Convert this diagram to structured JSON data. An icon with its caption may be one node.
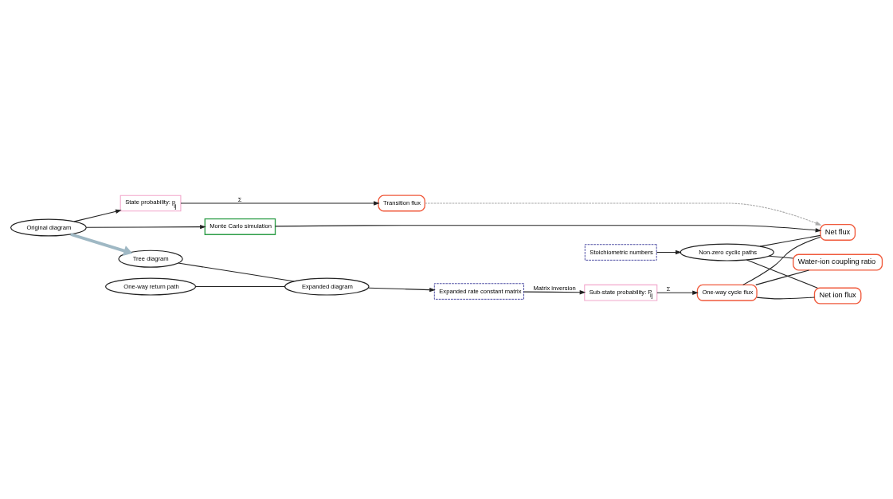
{
  "diagram": {
    "nodes": [
      {
        "text": [
          "Original diagram"
        ]
      },
      {
        "text": [
          "State probability: p$_{ij}$"
        ]
      },
      {
        "text": [
          "Transition flux"
        ]
      },
      {
        "text": [
          "Monte Carlo simulation"
        ]
      },
      {
        "text": [
          "Tree diagram"
        ]
      },
      {
        "text": [
          "One-way return path"
        ]
      },
      {
        "text": [
          "Expanded diagram"
        ]
      },
      {
        "text": [
          "Expanded rate constant matrix"
        ]
      },
      {
        "text": [
          "Sub-state probability: P$_{ij}$"
        ]
      },
      {
        "text": [
          "One-way cycle flux"
        ]
      },
      {
        "text": [
          "Net flux"
        ]
      },
      {
        "text": [
          "Net ion flux"
        ]
      },
      {
        "text": [
          "Water-ion coupling ratio"
        ]
      },
      {
        "text": [
          "Stoichiometric numbers"
        ]
      },
      {
        "text": [
          "Non-zero cyclic paths"
        ]
      }
    ],
    "edges": [
      {
        "from": 0,
        "to": 1,
        "arrow": "to"
      },
      {
        "from": 1,
        "to": 2,
        "arrow": "to",
        "label": "Σ"
      },
      {
        "from": 0,
        "to": 3,
        "arrow": "to"
      },
      {
        "from": 3,
        "to": 10,
        "arrow": "to"
      },
      {
        "from": 2,
        "to": 10,
        "arrow": "to",
        "style": "dashed",
        "color": "#aaaaaa"
      },
      {
        "from": 0,
        "to": 4,
        "arrow": "to",
        "style": "thick",
        "color": "#9fb8c4"
      },
      {
        "from": 4,
        "to": 6,
        "arrow": "none"
      },
      {
        "from": 5,
        "to": 6,
        "arrow": "none"
      },
      {
        "from": 6,
        "to": 7,
        "arrow": "to"
      },
      {
        "from": 7,
        "to": 8,
        "arrow": "to",
        "label": "Matrix inversion"
      },
      {
        "from": 8,
        "to": 9,
        "arrow": "to",
        "label": "Σ"
      },
      {
        "from": 13,
        "to": 14,
        "arrow": "to"
      },
      {
        "from": 9,
        "to": 10,
        "arrow": "none"
      },
      {
        "from": 9,
        "to": 11,
        "arrow": "none"
      },
      {
        "from": 9,
        "to": 12,
        "arrow": "none"
      },
      {
        "from": 14,
        "to": 10,
        "arrow": "none"
      },
      {
        "from": 14,
        "to": 11,
        "arrow": "none"
      },
      {
        "from": 14,
        "to": 12,
        "arrow": "none"
      }
    ]
  }
}
